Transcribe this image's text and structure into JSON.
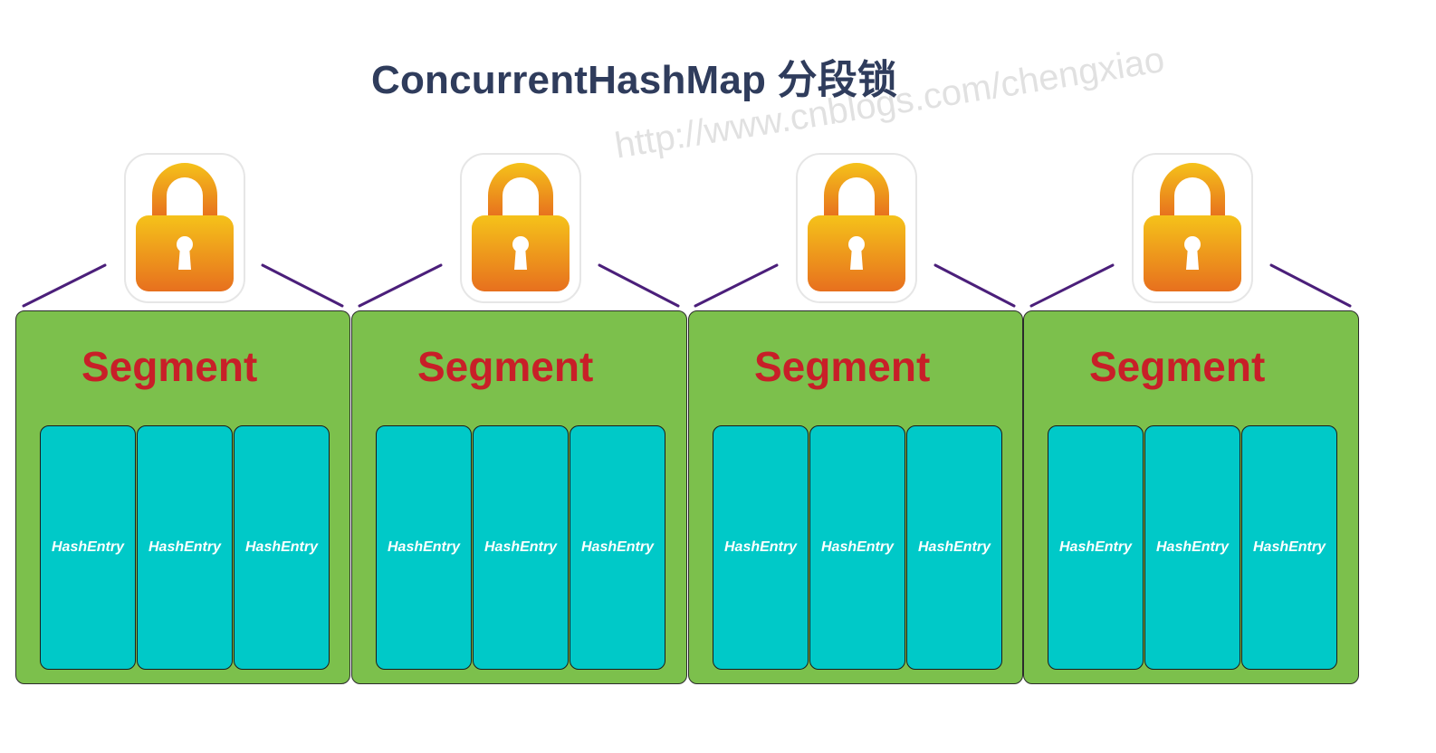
{
  "title": "ConcurrentHashMap 分段锁",
  "watermark": "http://www.cnblogs.com/chengxiao",
  "segments": [
    {
      "label": "Segment",
      "entries": [
        "HashEntry",
        "HashEntry",
        "HashEntry"
      ]
    },
    {
      "label": "Segment",
      "entries": [
        "HashEntry",
        "HashEntry",
        "HashEntry"
      ]
    },
    {
      "label": "Segment",
      "entries": [
        "HashEntry",
        "HashEntry",
        "HashEntry"
      ]
    },
    {
      "label": "Segment",
      "entries": [
        "HashEntry",
        "HashEntry",
        "HashEntry"
      ]
    }
  ],
  "icons": {
    "lock": "padlock-icon"
  },
  "colors": {
    "segment_fill": "#7cc04c",
    "segment_label": "#c81f28",
    "entry_fill": "#00c9c8",
    "connector": "#4b1f7a",
    "lock_top": "#f5c21a",
    "lock_bottom": "#e7701e"
  }
}
